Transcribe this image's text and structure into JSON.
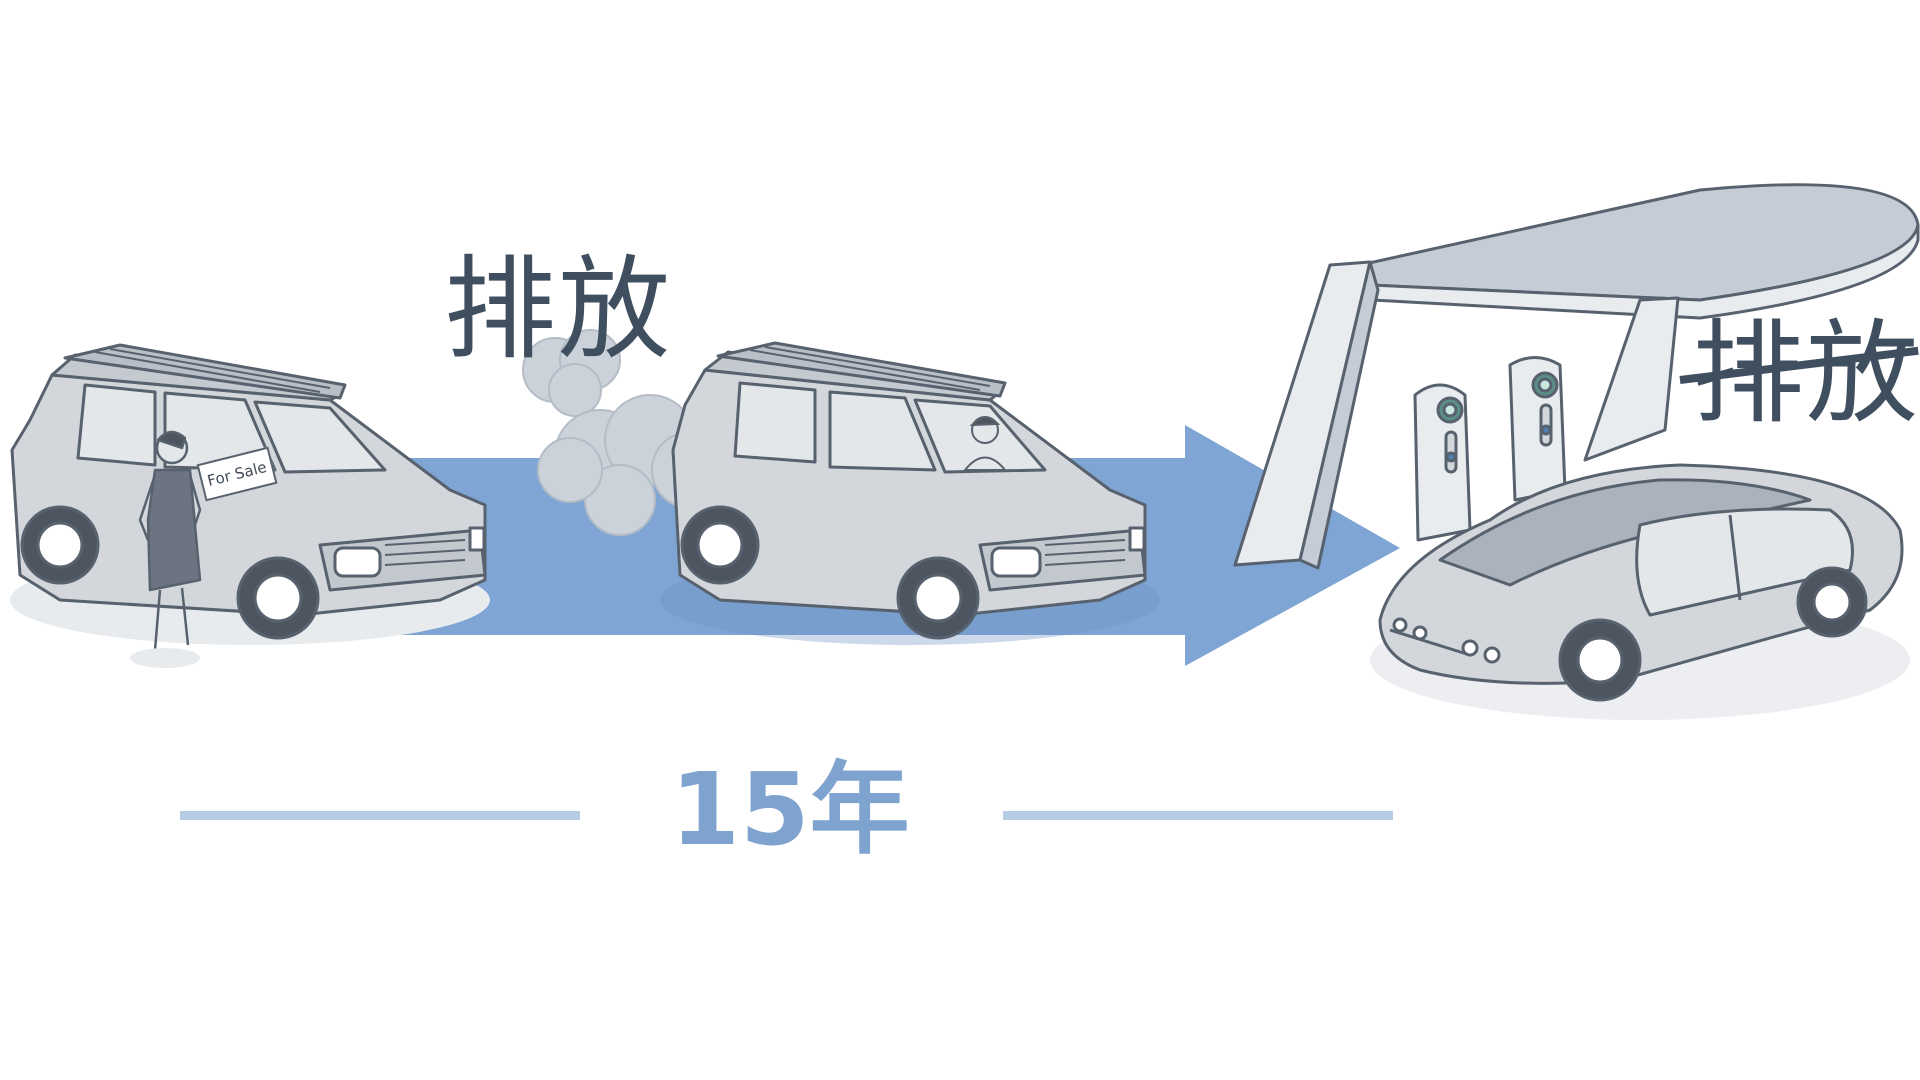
{
  "labels": {
    "emission_left": "排放",
    "emission_right": "排放",
    "timeline": "15年",
    "for_sale_sign": "For Sale"
  },
  "colors": {
    "arrow": "#7ea5d3",
    "arrow_dark": "#6f95c6",
    "timeline_line": "#b6cbe4",
    "timeline_text": "#7fa3cf",
    "car_body": "#d1d5da",
    "outline": "#58626e",
    "exhaust": "#ccd2d9",
    "canopy": "#c6ccd5"
  },
  "icons": [
    "suv-car-icon",
    "person-icon",
    "exhaust-cloud-icon",
    "driver-icon",
    "charging-station-icon",
    "charger-pump-icon",
    "electric-car-icon"
  ]
}
